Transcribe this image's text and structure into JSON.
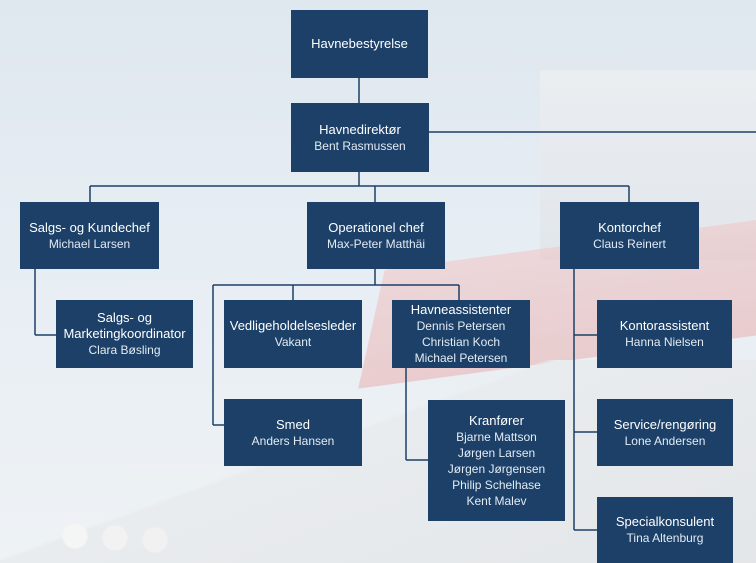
{
  "org_chart": {
    "board": {
      "title": "Havnebestyrelse"
    },
    "director": {
      "title": "Havnedirektør",
      "name": "Bent Rasmussen"
    },
    "sales_chief": {
      "title": "Salgs- og Kundechef",
      "name": "Michael Larsen"
    },
    "sales_coord": {
      "title_line1": "Salgs- og",
      "title_line2": "Marketingkoordinator",
      "name": "Clara Bøsling"
    },
    "ops_chief": {
      "title": "Operationel chef",
      "name": "Max-Peter Matthäi"
    },
    "maintenance": {
      "title": "Vedligeholdelsesleder",
      "name": "Vakant"
    },
    "smith": {
      "title": "Smed",
      "name": "Anders Hansen"
    },
    "harbour_assistants": {
      "title": "Havneassistenter",
      "names": [
        "Dennis Petersen",
        "Christian Koch",
        "Michael Petersen"
      ]
    },
    "crane": {
      "title": "Kranfører",
      "names": [
        "Bjarne Mattson",
        "Jørgen Larsen",
        "Jørgen Jørgensen",
        "Philip Schelhase",
        "Kent Malev"
      ]
    },
    "office_chief": {
      "title": "Kontorchef",
      "name": "Claus Reinert"
    },
    "office_assistant": {
      "title": "Kontorassistent",
      "name": "Hanna Nielsen"
    },
    "service": {
      "title": "Service/rengøring",
      "name": "Lone Andersen"
    },
    "special": {
      "title": "Specialkonsulent",
      "name": "Tina Altenburg"
    }
  },
  "colors": {
    "box": "#1c4068",
    "line": "#1c4068"
  }
}
